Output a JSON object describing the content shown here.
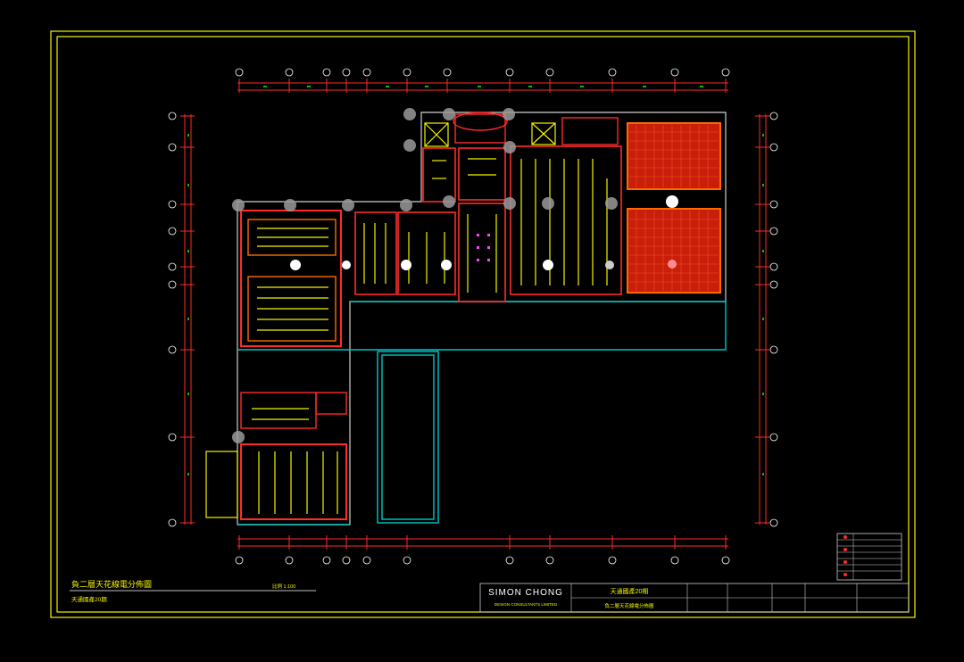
{
  "sheet": {
    "title": "負二層天花線電分佈圖",
    "subtitle": "天通國產20期",
    "scale": "比例 1:100"
  },
  "title_block": {
    "firm_name": "SIMON CHONG",
    "firm_sub": "DESIGN CONSULTANTS LIMITED",
    "project": "天通國產20期",
    "drawing": "負二層天花線電分佈圖"
  },
  "colors": {
    "border": "#f4f400",
    "wall": "#ff2a2a",
    "ceiling": "#ff6a00",
    "fixture": "#f4f400",
    "void": "#00c8c8",
    "light": "#ffffff",
    "dim": "#00c000"
  },
  "icons": [
    "grid-bubble-icon",
    "fixture-icon",
    "legend-symbol-icon"
  ]
}
